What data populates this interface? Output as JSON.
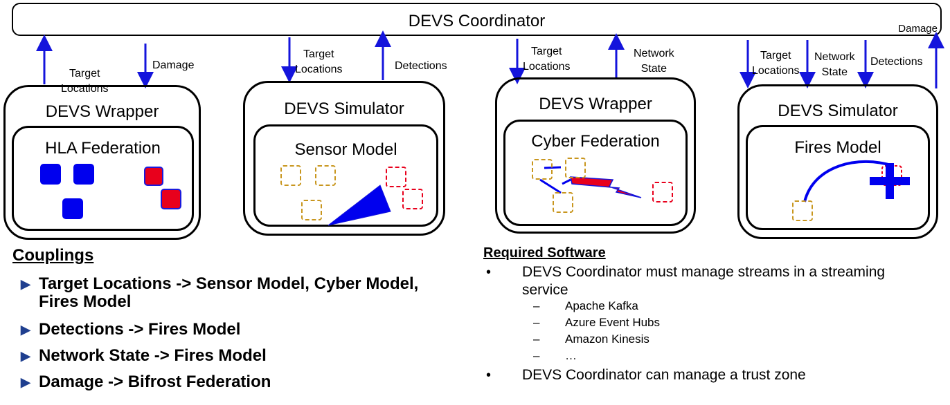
{
  "coordinator": {
    "title": "DEVS Coordinator",
    "damage_label": "Damage"
  },
  "components": [
    {
      "outer_title": "DEVS Wrapper",
      "inner_title": "HLA Federation",
      "arrow_labels": [
        "Target\nLocations",
        "Damage"
      ]
    },
    {
      "outer_title": "DEVS Simulator",
      "inner_title": "Sensor Model",
      "arrow_labels": [
        "Target\nLocations",
        "Detections"
      ]
    },
    {
      "outer_title": "DEVS Wrapper",
      "inner_title": "Cyber Federation",
      "arrow_labels": [
        "Target\nLocations",
        "Network\nState"
      ]
    },
    {
      "outer_title": "DEVS Simulator",
      "inner_title": "Fires Model",
      "arrow_labels": [
        "Target\nLocations",
        "Network\nState",
        "Detections"
      ]
    }
  ],
  "couplings": {
    "heading": "Couplings",
    "items": [
      "Target Locations -> Sensor Model, Cyber Model, Fires Model",
      "Detections -> Fires Model",
      "Network State -> Fires Model",
      "Damage -> Bifrost Federation"
    ]
  },
  "software": {
    "heading": "Required Software",
    "bullets": [
      "DEVS Coordinator must manage streams in a streaming service",
      "DEVS Coordinator can manage a trust zone"
    ],
    "services": [
      "Apache Kafka",
      "Azure Event Hubs",
      "Amazon Kinesis",
      "…"
    ]
  },
  "colors": {
    "arrow": "#1414dc",
    "blue": "#0000ee",
    "red": "#e8001c",
    "gold": "#c8961e"
  },
  "icons": {
    "bullet": "triangle-right",
    "dash": "en-dash",
    "dot": "bullet"
  }
}
